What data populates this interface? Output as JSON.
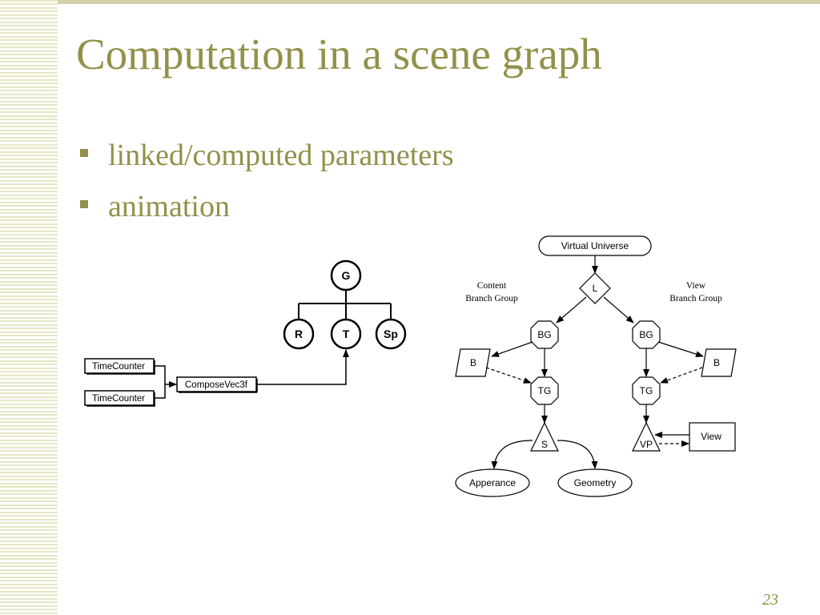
{
  "slide": {
    "title": "Computation in a scene graph",
    "bullets": [
      "linked/computed parameters",
      "animation"
    ],
    "page_number": "23"
  },
  "diagram_left": {
    "nodes": {
      "g": "G",
      "r": "R",
      "t": "T",
      "sp": "Sp"
    },
    "time_counter_1": "TimeCounter",
    "time_counter_2": "TimeCounter",
    "compose": "ComposeVec3f"
  },
  "diagram_right": {
    "virtual_universe": "Virtual  Universe",
    "locale": "L",
    "content_branch_line1": "Content",
    "content_branch_line2": "Branch Group",
    "view_branch_line1": "View",
    "view_branch_line2": "Branch Group",
    "bg_left": "BG",
    "bg_right": "BG",
    "b_left": "B",
    "b_right": "B",
    "tg_left": "TG",
    "tg_right": "TG",
    "shape": "S",
    "view_platform": "VP",
    "view": "View",
    "appearance": "Apperance",
    "geometry": "Geometry"
  }
}
